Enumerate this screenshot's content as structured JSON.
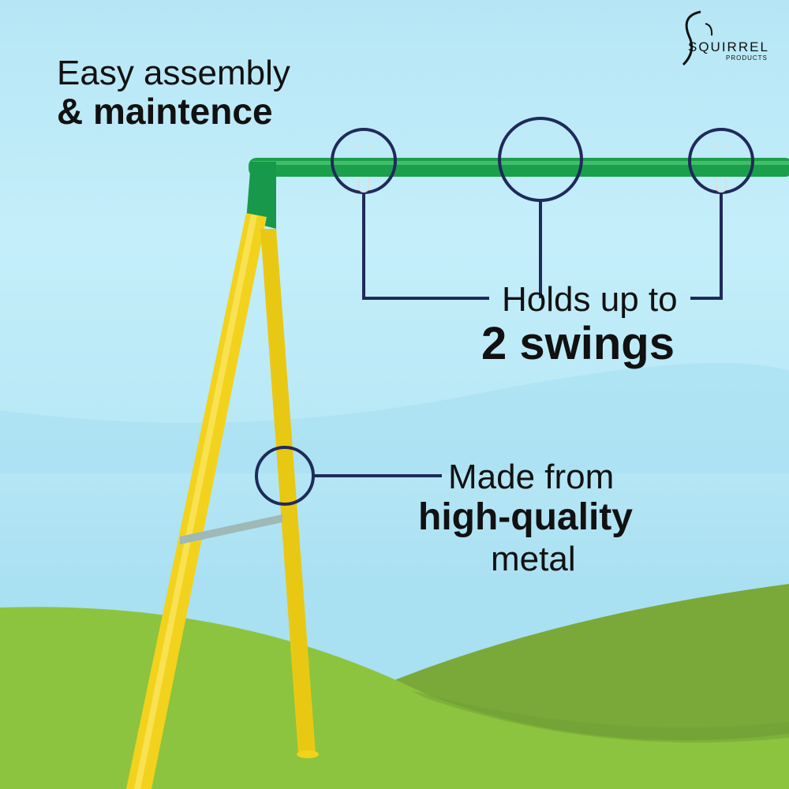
{
  "logo": {
    "brand": "SQUIRREL",
    "sub": "PRODUCTS"
  },
  "callouts": {
    "assembly": {
      "line1": "Easy assembly",
      "line2": "& maintence"
    },
    "swings": {
      "line1": "Holds up to",
      "line2": "2 swings"
    },
    "metal": {
      "line1": "Made from",
      "line2": "high-quality",
      "line3": "metal"
    }
  },
  "colors": {
    "frame_top": "#1aa04a",
    "legs": "#f2d21c",
    "callout_line": "#1f2a5a",
    "grass": "#8cc43f"
  }
}
